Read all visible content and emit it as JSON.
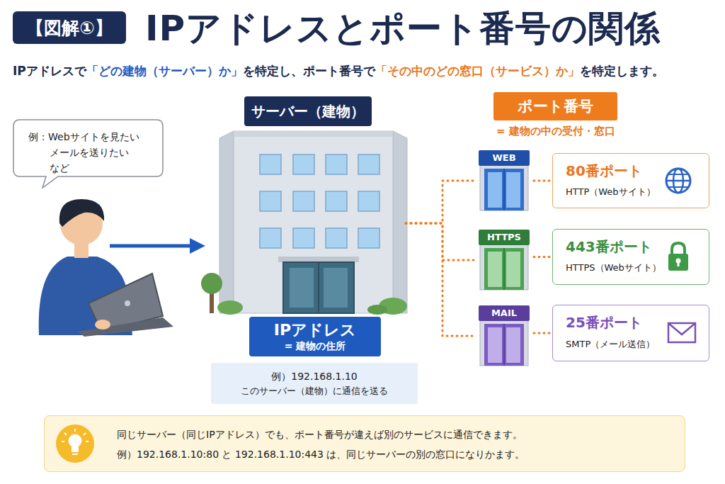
{
  "diagram": {
    "title": "IPアドレスとポート番号の関係",
    "nodes": [
      {
        "text": [
          "【図解①】"
        ]
      },
      {
        "text": [
          "例：Webサイトを見たい メールを送りたい など"
        ]
      },
      {
        "text": [
          "サーバー（建物）"
        ]
      },
      {
        "text": [
          "IPアドレス",
          "= 建物の住所"
        ]
      },
      {
        "text": [
          "例）192.168.1.10",
          "このサーバー（建物）に通信を送る"
        ]
      },
      {
        "text": [
          "ポート番号",
          "= 建物の中の受付・窓口"
        ]
      },
      {
        "text": [
          "WEB"
        ]
      },
      {
        "text": [
          "80番ポート",
          "HTTP（Webサイト）"
        ]
      },
      {
        "text": [
          "HTTPS"
        ]
      },
      {
        "text": [
          "443番ポート",
          "HTTPS（Webサイト）"
        ]
      },
      {
        "text": [
          "MAIL"
        ]
      },
      {
        "text": [
          "25番ポート",
          "SMTP（メール送信）"
        ]
      },
      {
        "text": [
          "同じサーバー（同じIPアドレス）でも、ポート番号が違えば別のサービスに通信できます。",
          "例）192.168.1.10:80 と 192.168.1.10:443 は、同じサーバーの別の窓口になりかます。"
        ]
      }
    ],
    "edges": [
      {
        "from": 2,
        "to": 6,
        "arrow": "none"
      },
      {
        "from": 2,
        "to": 8,
        "arrow": "none"
      },
      {
        "from": 2,
        "to": 10,
        "arrow": "none"
      },
      {
        "from": 6,
        "to": 7,
        "arrow": "none"
      },
      {
        "from": 8,
        "to": 9,
        "arrow": "none"
      },
      {
        "from": 10,
        "to": 11,
        "arrow": "none"
      }
    ],
    "labels": [
      "IPアドレスで",
      "「どの建物（サーバー）か」",
      "を特定し、ポート番号で",
      "「その中のどの窓口（サービス）か」",
      "を特定します。"
    ]
  }
}
